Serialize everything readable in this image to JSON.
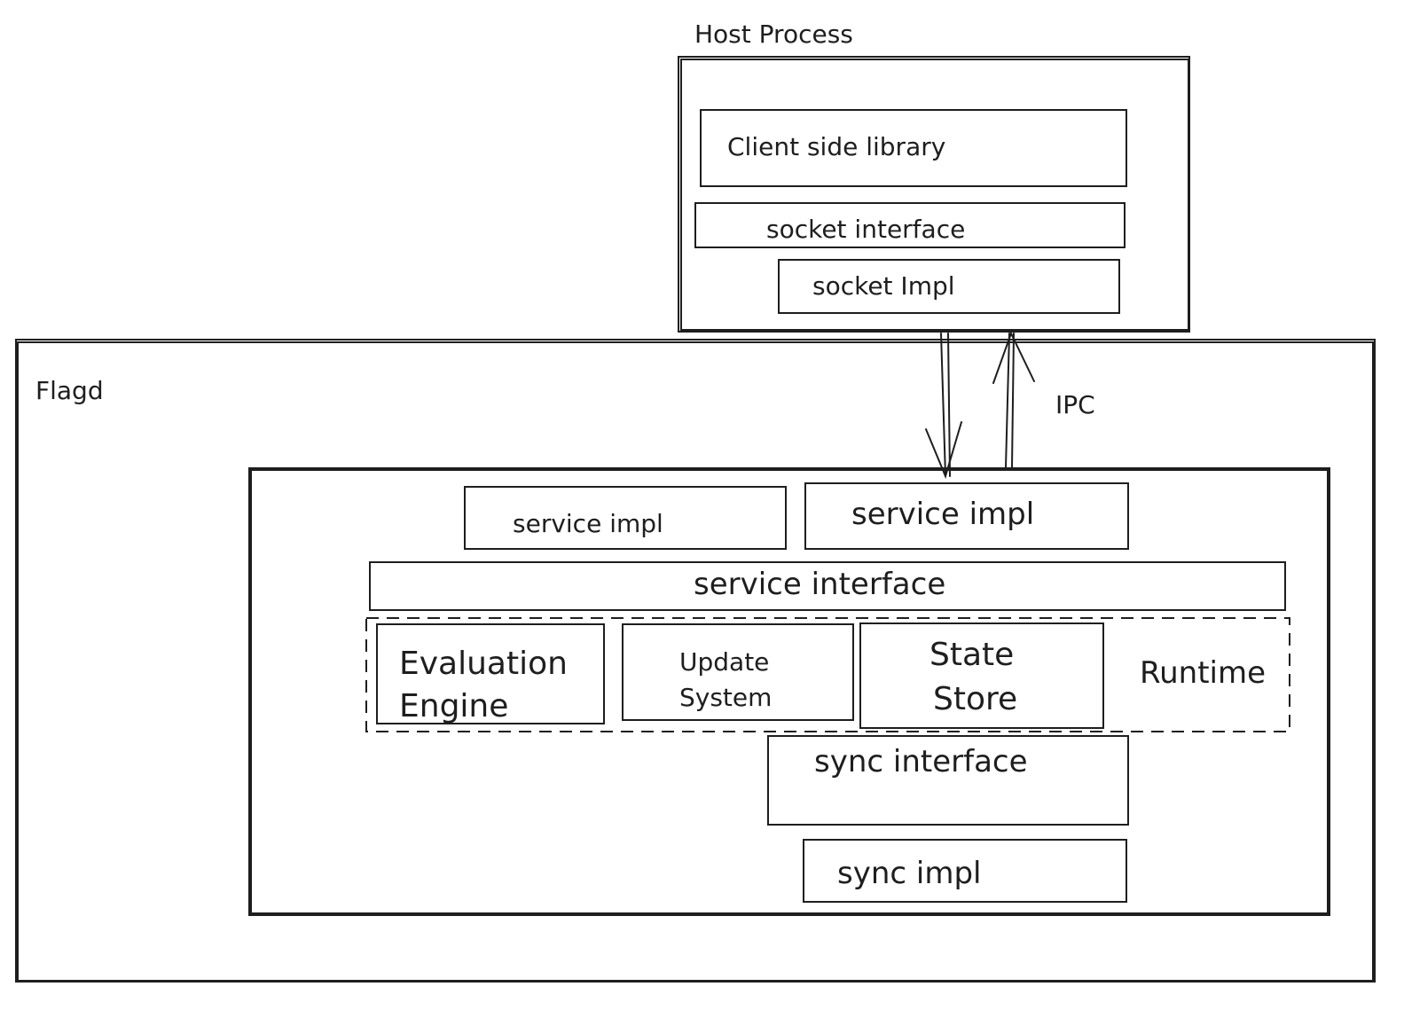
{
  "host_process": {
    "title": "Host Process",
    "client_library": "Client side library",
    "socket_interface": "socket interface",
    "socket_impl": "socket Impl"
  },
  "ipc_label": "IPC",
  "flagd": {
    "title": "Flagd",
    "service_impl_left": "service impl",
    "service_impl_right": "service impl",
    "service_interface": "service interface",
    "runtime": {
      "label": "Runtime",
      "evaluation_engine": [
        "Evaluation",
        "Engine"
      ],
      "update_system": [
        "Update",
        "System"
      ],
      "state_store": [
        "State",
        "Store"
      ]
    },
    "sync_interface": "sync interface",
    "sync_impl": "sync impl"
  }
}
